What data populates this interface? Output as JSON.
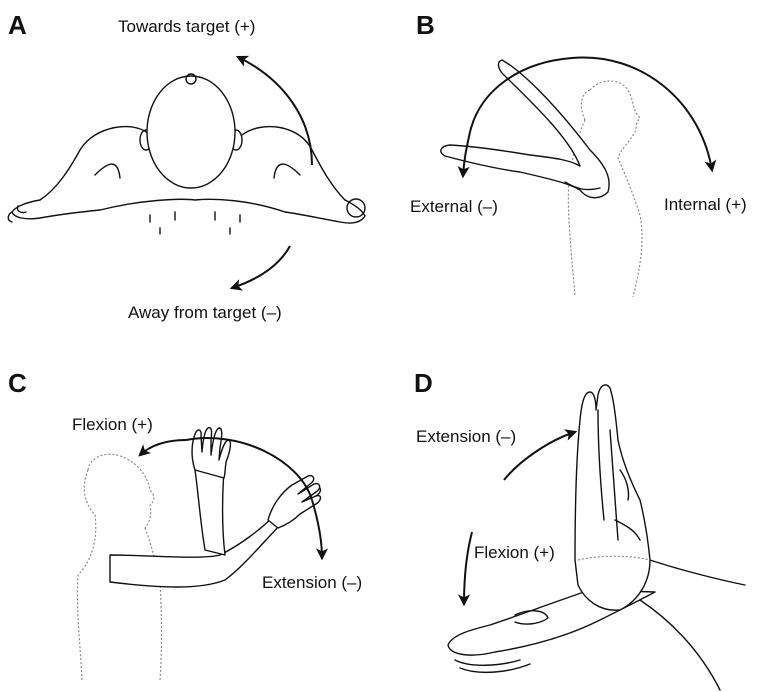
{
  "panels": {
    "A": {
      "letter": "A",
      "label_plus": "Towards target (+)",
      "label_minus": "Away from target (–)"
    },
    "B": {
      "letter": "B",
      "label_minus": "External (–)",
      "label_plus": "Internal (+)"
    },
    "C": {
      "letter": "C",
      "label_plus": "Flexion (+)",
      "label_minus": "Extension (–)"
    },
    "D": {
      "letter": "D",
      "label_minus": "Extension (–)",
      "label_plus": "Flexion (+)"
    }
  },
  "colors": {
    "ink": "#111111",
    "ghost": "#888888"
  }
}
